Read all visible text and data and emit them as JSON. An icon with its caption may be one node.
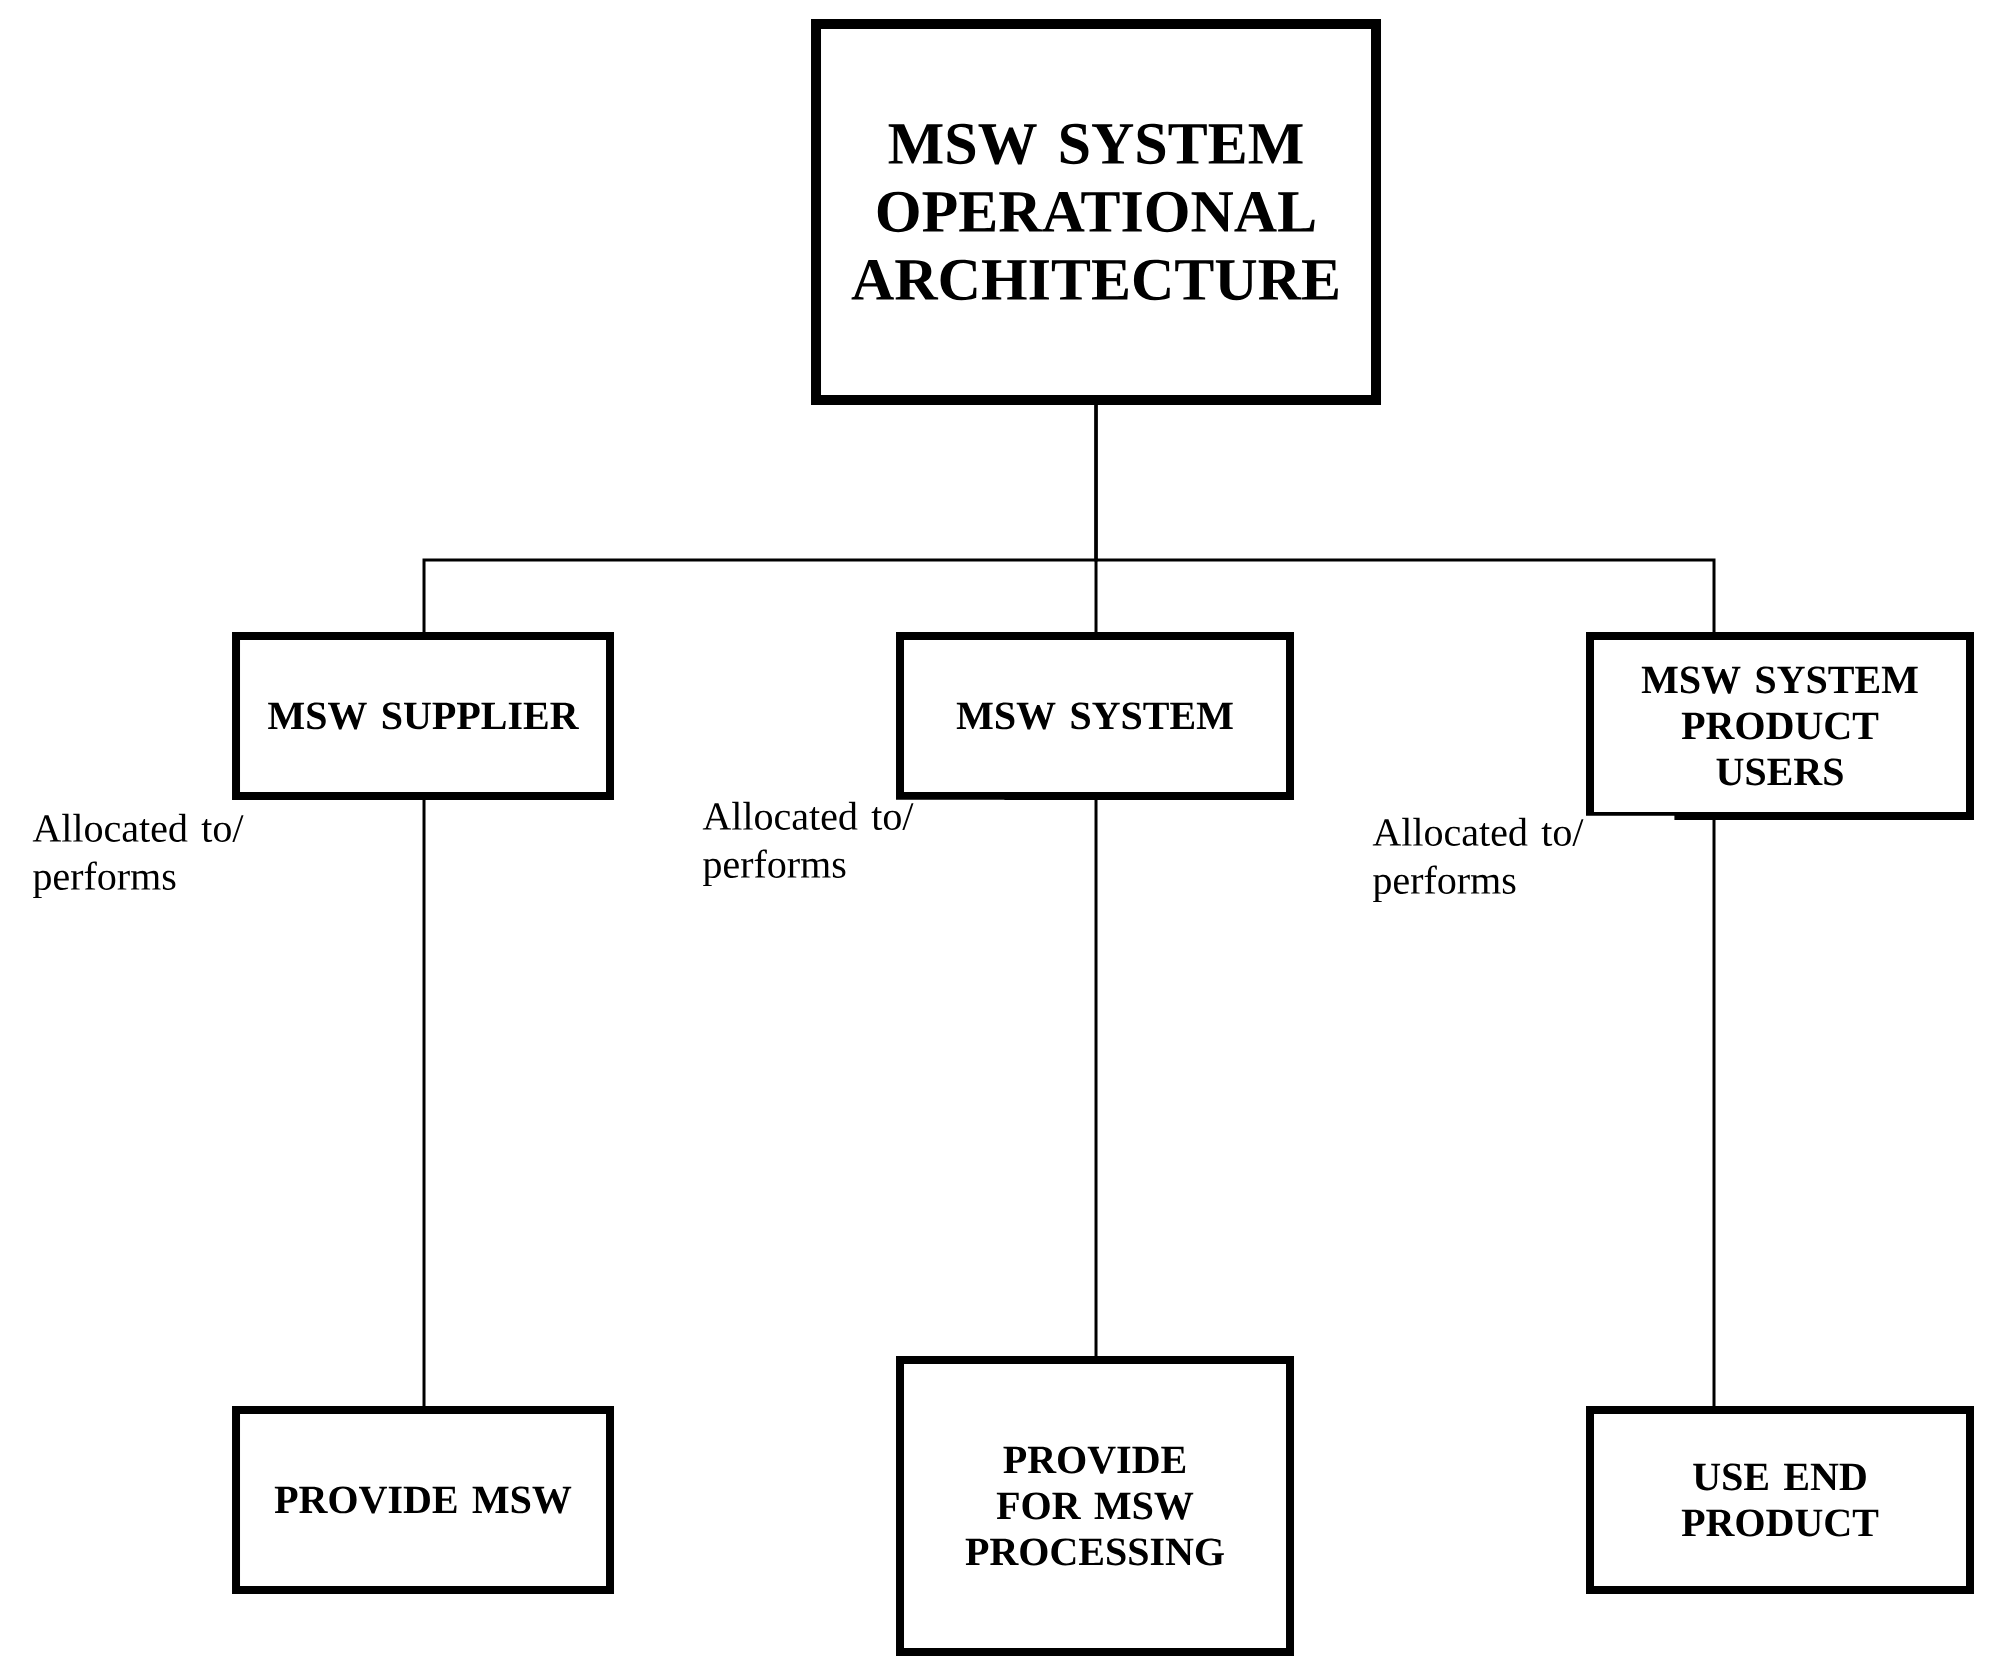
{
  "diagram": {
    "nodes": [
      {
        "text": [
          "MSW SYSTEM OPERATIONAL ARCHITECTURE"
        ]
      },
      {
        "text": [
          "MSW SUPPLIER"
        ]
      },
      {
        "text": [
          "MSW SYSTEM"
        ]
      },
      {
        "text": [
          "MSW SYSTEM PRODUCT USERS"
        ]
      },
      {
        "text": [
          "PROVIDE MSW"
        ]
      },
      {
        "text": [
          "PROVIDE FOR MSW PROCESSING"
        ]
      },
      {
        "text": [
          "USE END PRODUCT"
        ]
      }
    ],
    "edges": [
      {
        "from": 0,
        "to": 1,
        "arrow": "none"
      },
      {
        "from": 0,
        "to": 2,
        "arrow": "none"
      },
      {
        "from": 0,
        "to": 3,
        "arrow": "none"
      },
      {
        "from": 1,
        "to": 4,
        "arrow": "none",
        "label": "Allocated to/ performs"
      },
      {
        "from": 2,
        "to": 5,
        "arrow": "none",
        "label": "Allocated to/ performs"
      },
      {
        "from": 3,
        "to": 6,
        "arrow": "none",
        "label": "Allocated to/ performs"
      }
    ]
  }
}
